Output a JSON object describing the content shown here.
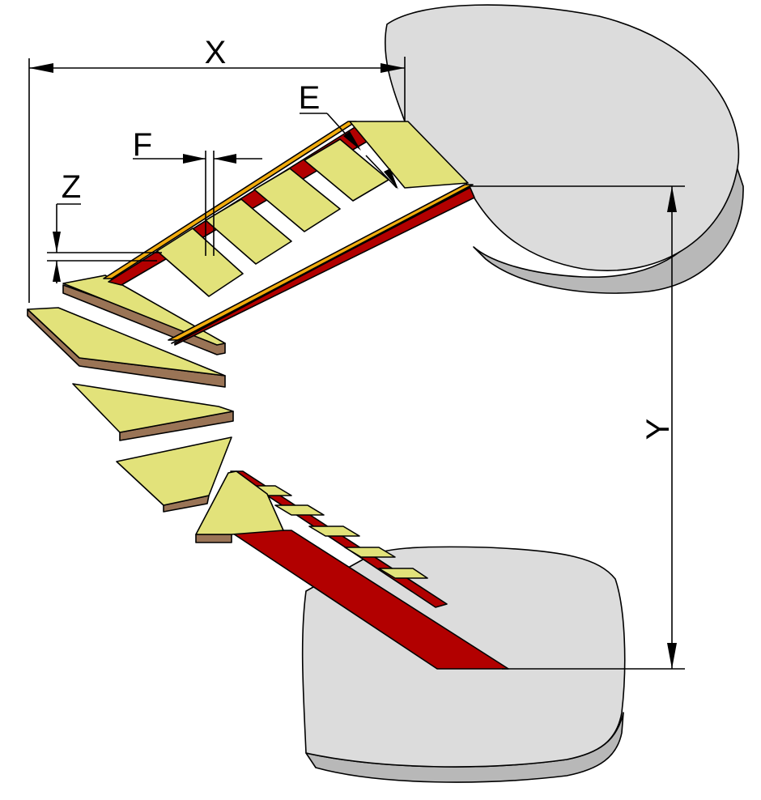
{
  "colors": {
    "landing_top": "#dcdcdc",
    "landing_side": "#b8b8b8",
    "tread_top": "#e2e27a",
    "tread_edge": "#9a7456",
    "stringer": "#b20000",
    "stringer_highlight": "#f2ac0e",
    "line": "#000000"
  },
  "dimensions": {
    "x_label": "X",
    "y_label": "Y",
    "z_label": "Z",
    "e_label": "E",
    "f_label": "F"
  }
}
